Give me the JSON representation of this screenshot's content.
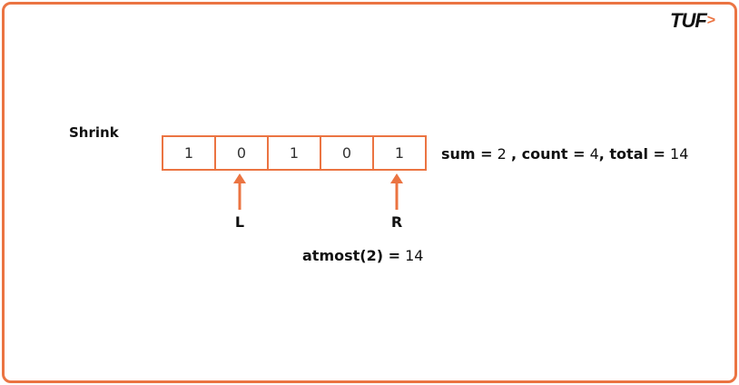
{
  "logo": {
    "text": "TUF",
    "chevron": ">"
  },
  "title": "Shrink",
  "array": [
    "1",
    "0",
    "1",
    "0",
    "1"
  ],
  "stats": {
    "sum_label": "sum =",
    "sum": "2",
    "count_label": ", count =",
    "count": "4",
    "total_label": ", total =",
    "total": "14"
  },
  "pointers": {
    "left": "L",
    "right": "R"
  },
  "result": {
    "label": "atmost(2) =",
    "value": "14"
  },
  "colors": {
    "accent": "#EB7442"
  }
}
